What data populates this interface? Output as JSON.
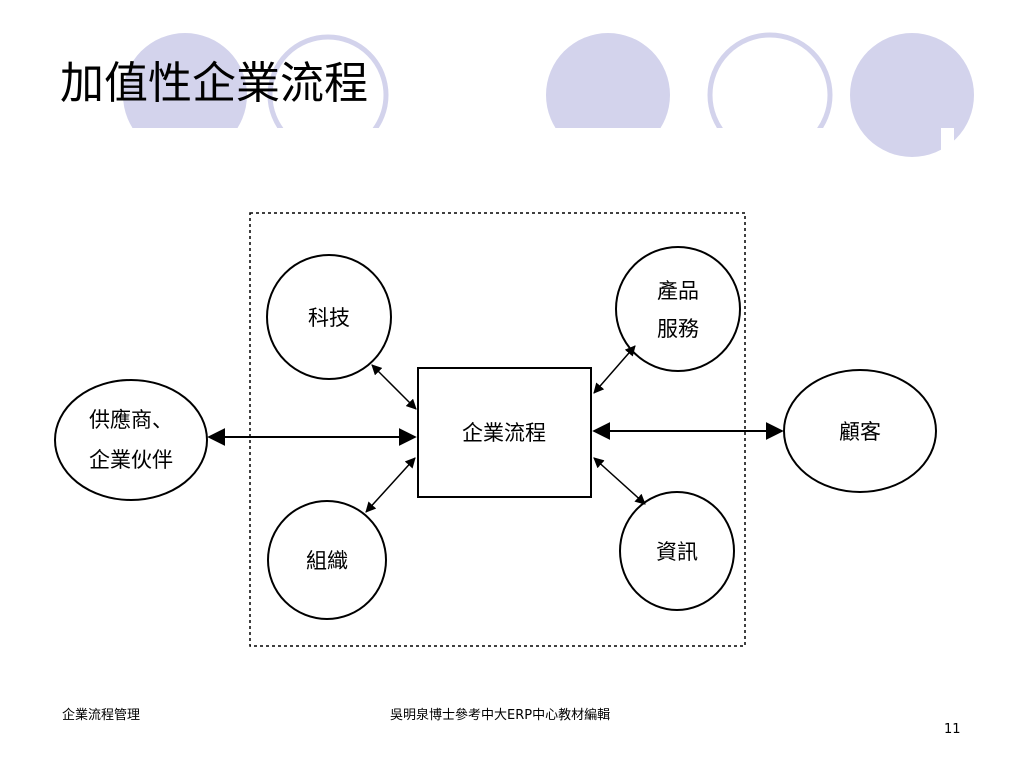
{
  "slide": {
    "title": "加值性企業流程",
    "footer_left": "企業流程管理",
    "footer_center": "吳明泉博士參考中大ERP中心教材編輯",
    "page_number": "11"
  },
  "diagram": {
    "center": "企業流程",
    "tech": "科技",
    "org": "組織",
    "product_line1": "產品",
    "product_line2": "服務",
    "info": "資訊",
    "supplier_line1": "供應商、",
    "supplier_line2": "企業伙伴",
    "customer": "顧客"
  },
  "colors": {
    "circle_fill": "#d3d3ec",
    "circle_stroke": "#d3d3ec",
    "line": "#000000"
  }
}
